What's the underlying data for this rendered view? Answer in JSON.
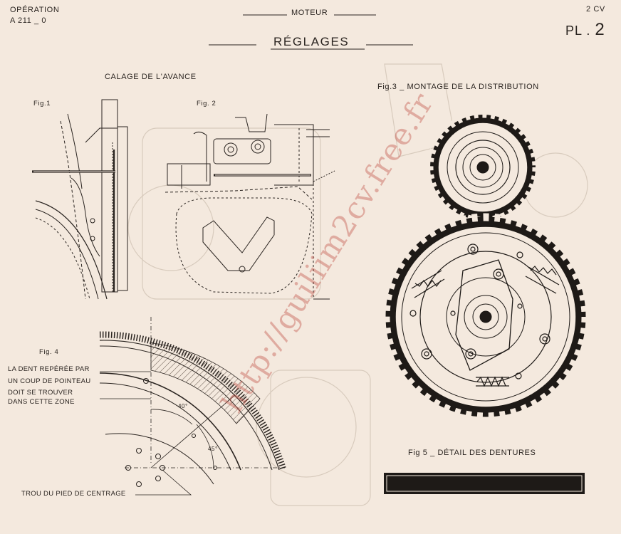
{
  "header": {
    "operation_label": "OPÉRATION",
    "operation_code": "A 211 _ 0",
    "department": "MOTEUR",
    "title": "RÉGLAGES",
    "model": "2 CV",
    "plate_prefix": "PL .",
    "plate_number": "2"
  },
  "sections": {
    "calage": "CALAGE DE L'AVANCE",
    "fig1": "Fig.1",
    "fig2": "Fig. 2",
    "fig3": "Fig.3 _ MONTAGE DE LA DISTRIBUTION",
    "fig4": "Fig. 4",
    "fig5": "Fig 5 _ DÉTAIL DES DENTURES"
  },
  "fig4_note": {
    "line1": "LA DENT REPÉRÉE PAR",
    "line2": "UN COUP DE POINTEAU",
    "line3": "DOIT SE TROUVER",
    "line4": "DANS CETTE ZONE"
  },
  "angles": {
    "a40": "40°",
    "a45": "45°"
  },
  "centering_label": "TROU DU PIED DE CENTRAGE",
  "watermark": "http://guiliim2cv.free.fr",
  "colors": {
    "paper": "#f4e9de",
    "ink": "#2a2420",
    "watermark": "#be463c"
  }
}
